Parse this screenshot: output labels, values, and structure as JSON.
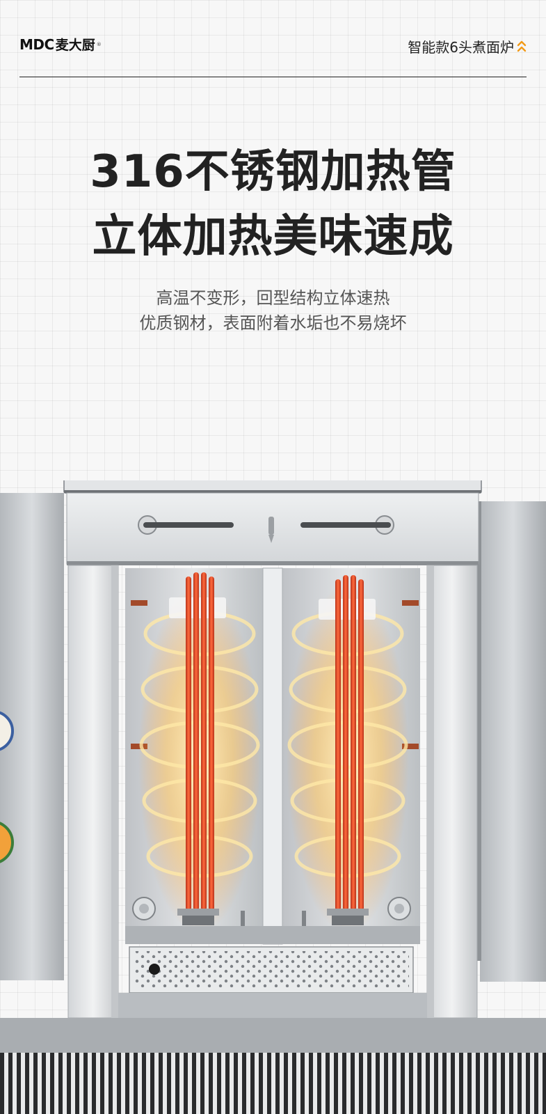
{
  "header": {
    "logo_mark": "MDC",
    "logo_text": "麦大厨",
    "logo_reg": "®",
    "product_name": "智能款6头煮面炉"
  },
  "headline": {
    "line1": "316不锈钢加热管",
    "line2": "立体加热美味速成"
  },
  "subtext": {
    "line1": "高温不变形，回型结构立体速热",
    "line2": "优质钢材，表面附着水垢也不易烧坏"
  },
  "colors": {
    "accent": "#f6a21c",
    "heater": "#e8452a",
    "steel": "#cfd2d5"
  },
  "icons": [
    "chevron-up-double-icon",
    "registered-icon"
  ]
}
